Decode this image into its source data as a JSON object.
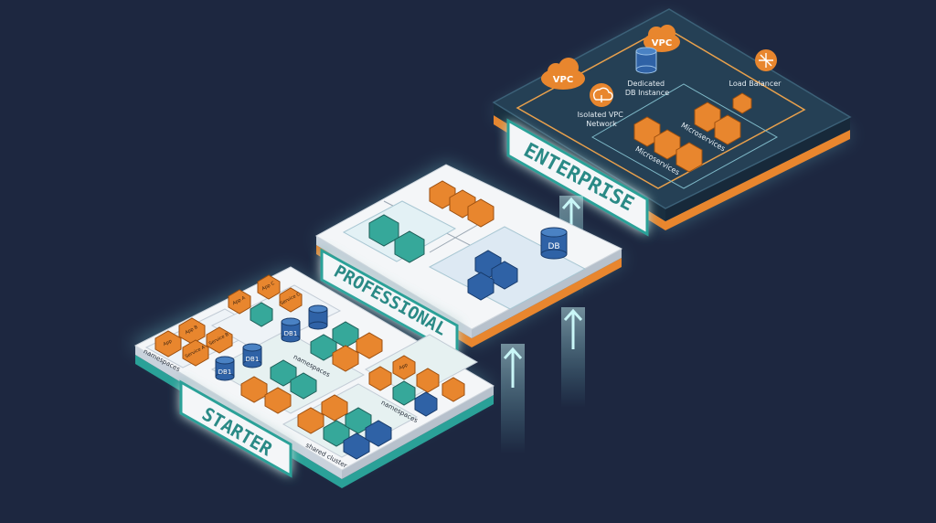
{
  "colors": {
    "background": "#1d2740",
    "teal_edge": "#2aa198",
    "orange": "#e8862e",
    "teal_block": "#36a89a",
    "blue_block": "#2f62a6",
    "enterprise_top": "#254055",
    "white_top": "#f4f6f8",
    "glow": "#7fe3e8"
  },
  "tiers": {
    "starter": {
      "label": "STARTER",
      "namespaces_left": "namespaces",
      "namespaces_mid": "namespaces",
      "namespaces_right": "namespaces",
      "shared_cluster": "shared cluster",
      "apps": [
        "App A",
        "App B",
        "App C",
        "Service B",
        "Service C",
        "App",
        "App",
        "Service A"
      ],
      "db_left": "DB1",
      "db_mid": "DB1",
      "db_top": "DB1"
    },
    "professional": {
      "label": "PROFESSIONAL",
      "db": "DB"
    },
    "enterprise": {
      "label": "ENTERPRISE",
      "vpc_left": "VPC",
      "vpc_top": "VPC",
      "dedicated_db": "Dedicated\nDB Instance",
      "isolated_vpc": "Isolated VPC\nNetwork",
      "load_balancer": "Load Balancer",
      "microservices_a": "Microservices",
      "microservices_b": "Microservices"
    }
  }
}
